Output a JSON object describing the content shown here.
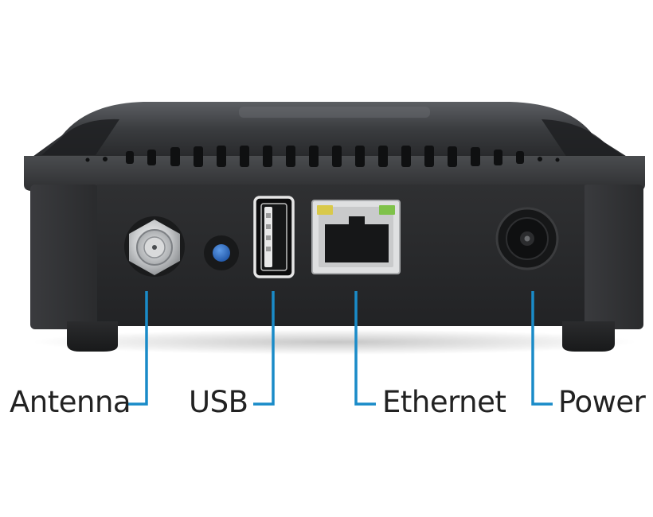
{
  "labels": {
    "antenna": "Antenna",
    "usb": "USB",
    "ethernet": "Ethernet",
    "power": "Power"
  },
  "colors": {
    "callout_line": "#1a8bc8",
    "label_text": "#222222",
    "device_body": "#2a2b2d",
    "usb_blue_button": "#2a6cc4",
    "led_yellow": "#d9c94a",
    "led_green": "#7fc24a"
  }
}
